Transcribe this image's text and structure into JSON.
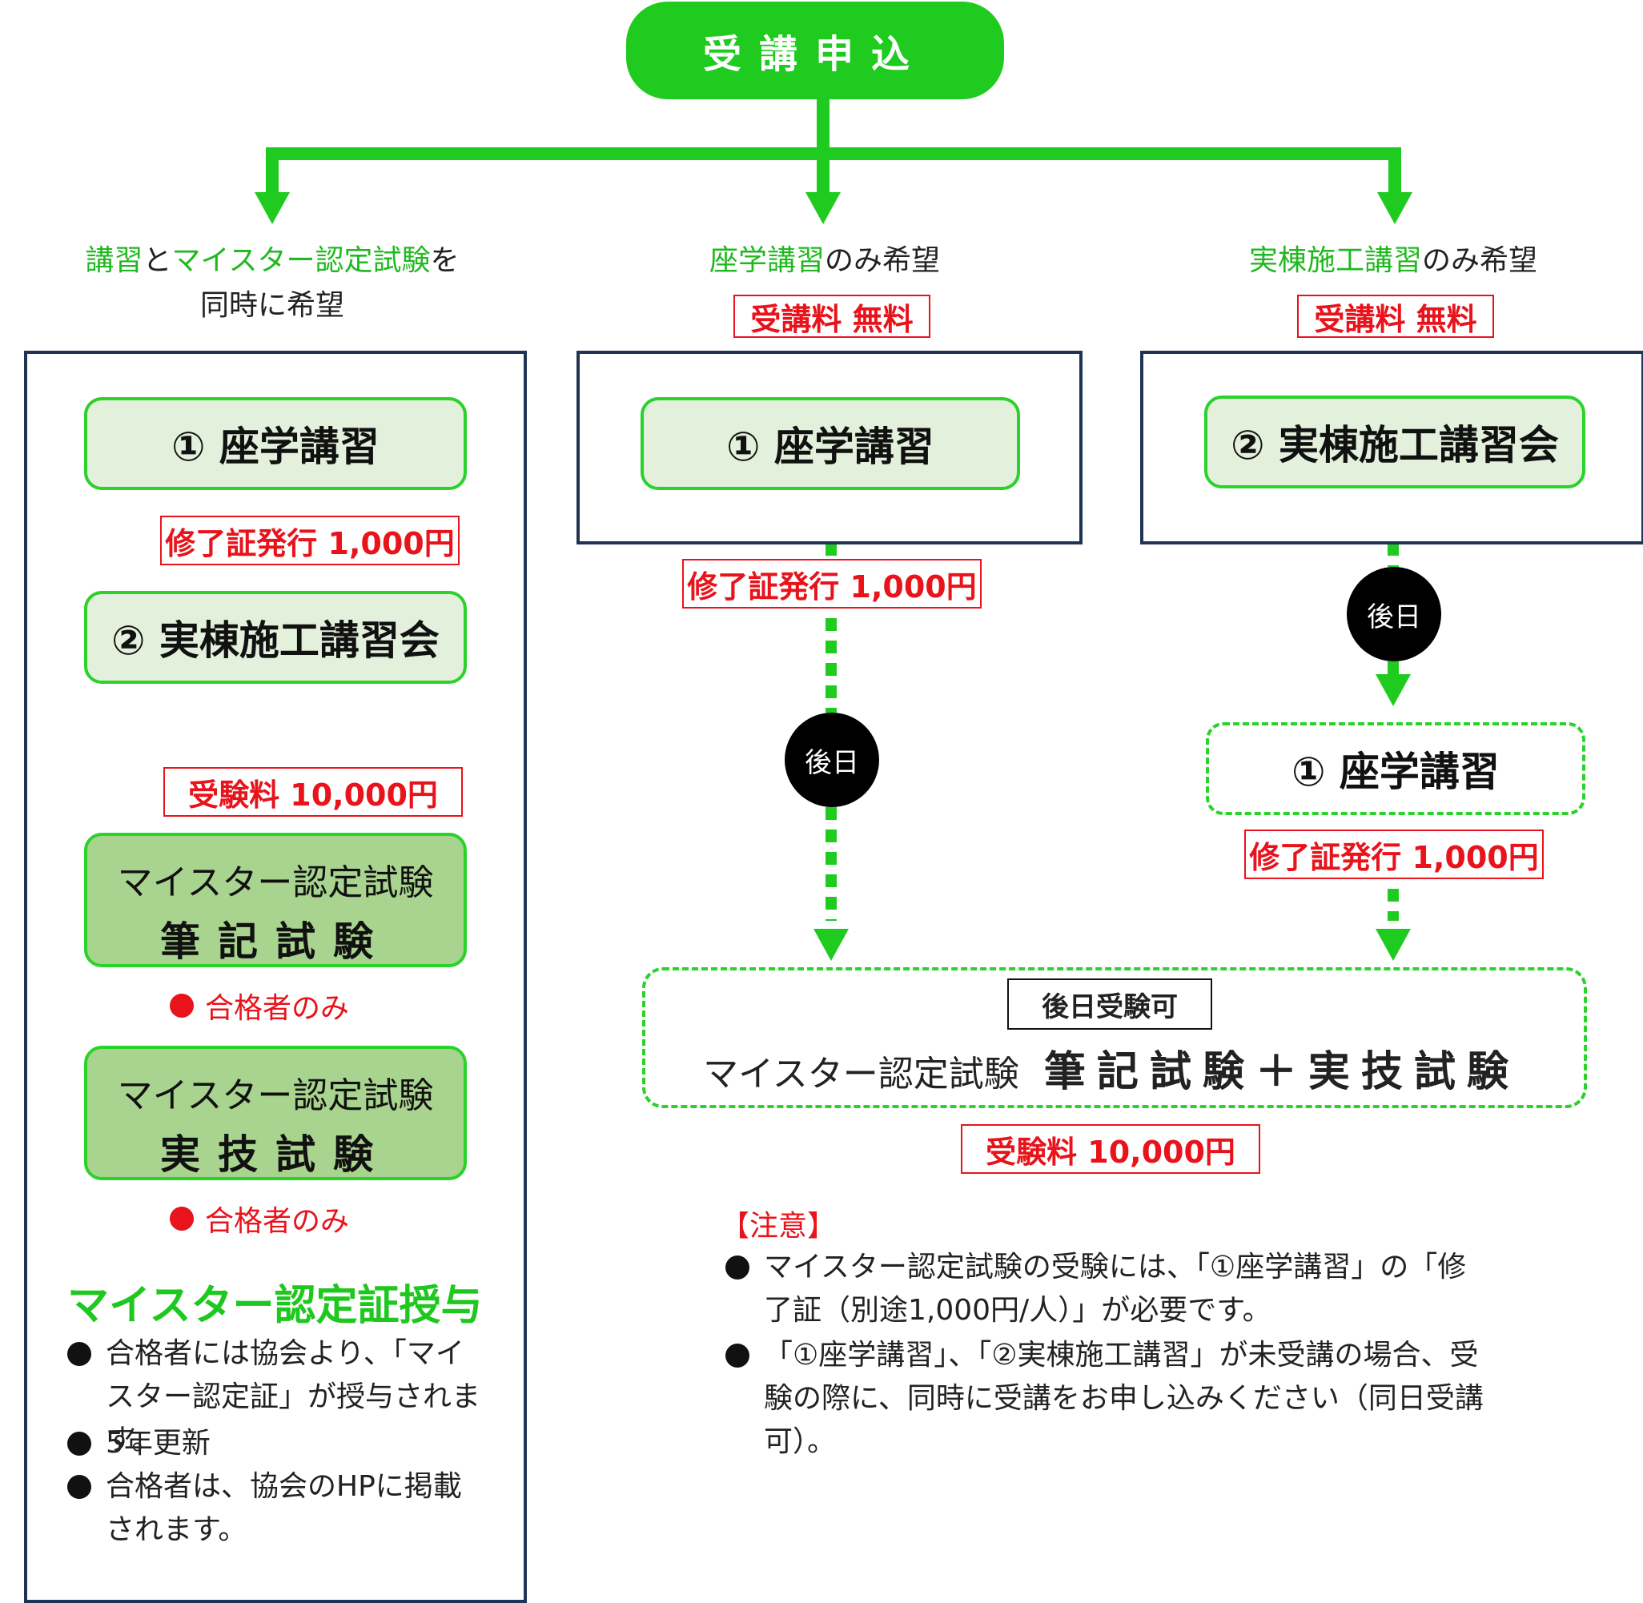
{
  "header": {
    "title": "受講申込"
  },
  "branches": {
    "left": {
      "title_part1": "講習",
      "title_part2": "と",
      "title_part3": "マイスター認定試験",
      "title_part4": "を",
      "title_line2": "同時に希望",
      "step1": "① 座学講習",
      "plus_fee": "修了証発行 1,000円",
      "step2": "② 実棟施工講習会",
      "exam_fee": "受験料 10,000円",
      "written_exam_l1": "マイスター認定試験",
      "written_exam_l2": "筆記試験",
      "pass_only_1": "合格者のみ",
      "practical_exam_l1": "マイスター認定試験",
      "practical_exam_l2": "実技試験",
      "pass_only_2": "合格者のみ",
      "award_title": "マイスター認定証授与",
      "bullets": [
        "合格者には協会より、「マイスター認定証」が授与されます。",
        "5年更新",
        "合格者は、協会のHPに掲載されます。"
      ]
    },
    "center": {
      "title_part1": "座学講習",
      "title_part2": "のみ希望",
      "fee_badge": "受講料 無料",
      "step1": "① 座学講習",
      "cert_fee": "修了証発行 1,000円",
      "later": "後日"
    },
    "right": {
      "title_part1": "実棟施工講習",
      "title_part2": "のみ希望",
      "fee_badge": "受講料 無料",
      "step2": "② 実棟施工講習会",
      "later": "後日",
      "step1": "① 座学講習",
      "cert_fee": "修了証発行 1,000円"
    }
  },
  "combined_exam": {
    "badge": "後日受験可",
    "label": "マイスター認定試験",
    "exams": "筆記試験＋実技試験",
    "fee": "受験料 10,000円"
  },
  "notes": {
    "heading": "【注意】",
    "items": [
      "マイスター認定試験の受験には、「①座学講習」の「修了証（別途1,000円/人）」が必要です。",
      "「①座学講習」、「②実棟施工講習」が未受講の場合、受験の際に、同時に受講をお申し込みください（同日受講可）。"
    ]
  },
  "colors": {
    "green": "#1ecb1e",
    "red": "#e8131b",
    "navy": "#1f3454",
    "light_green": "#e3f1dc",
    "mid_green": "#a9d48f"
  }
}
